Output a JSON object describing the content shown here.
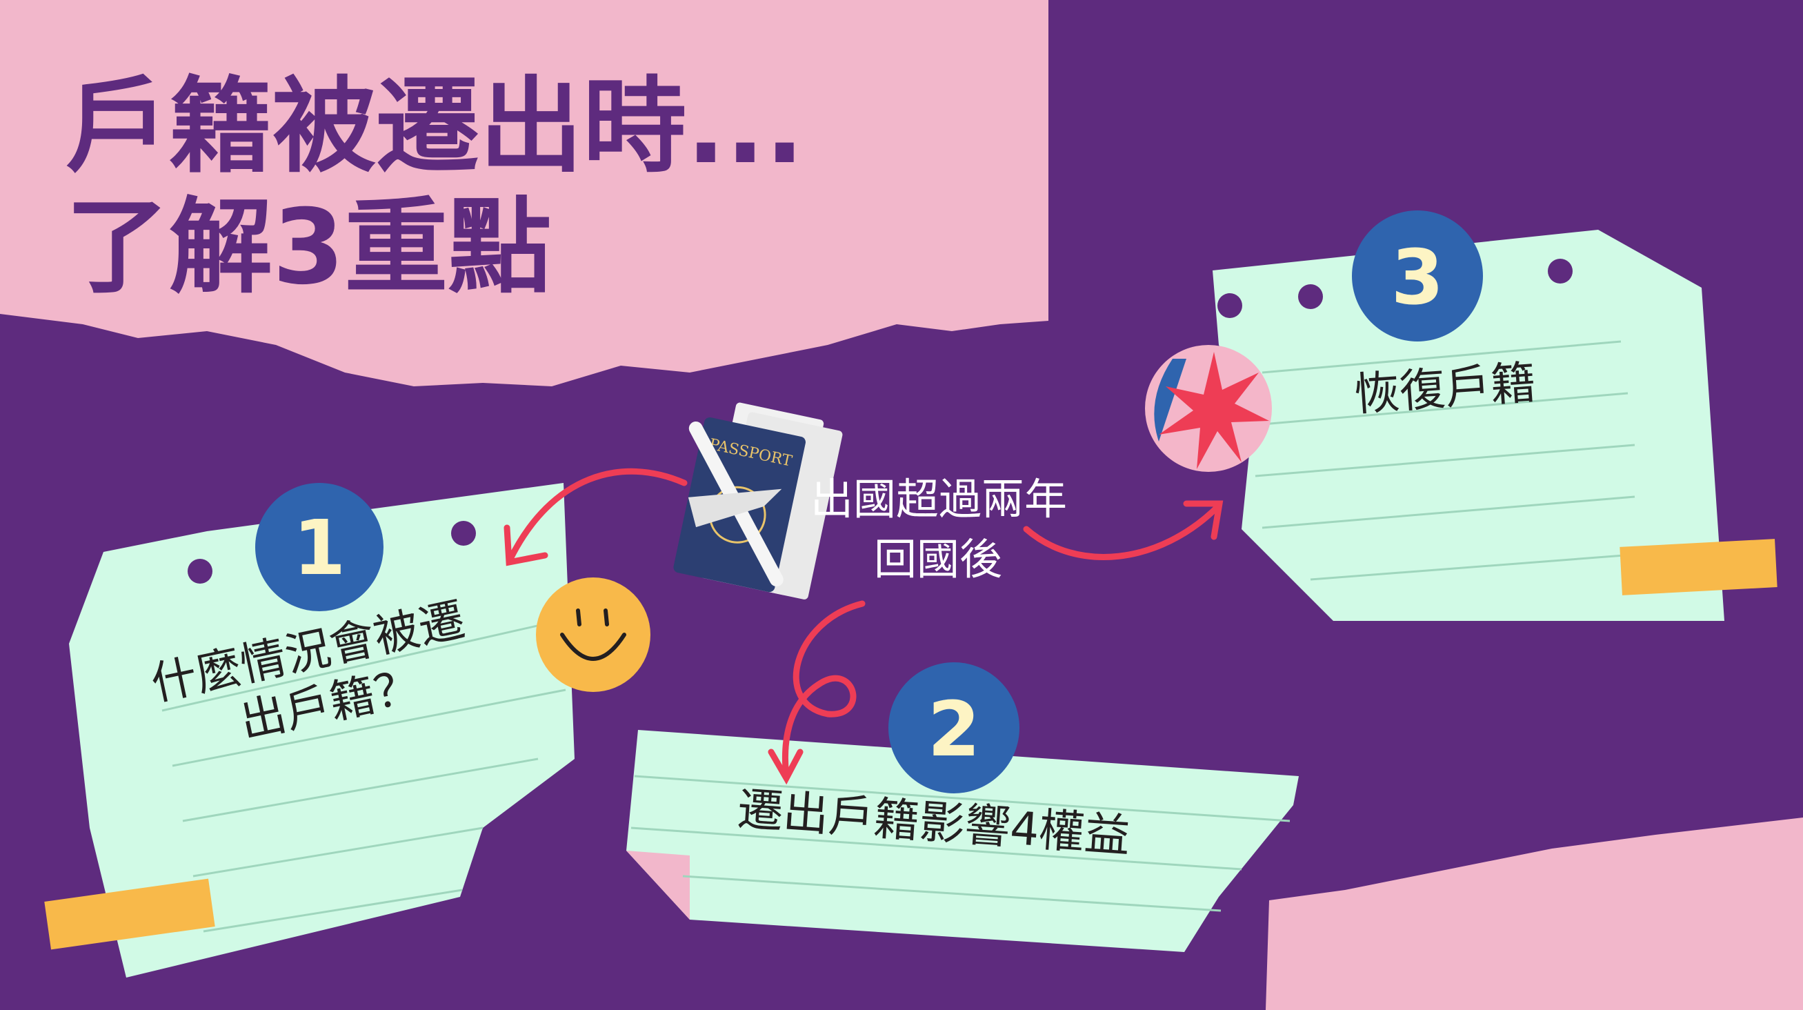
{
  "title": {
    "line1": "戶籍被遷出時...",
    "line2": "了解3重點"
  },
  "center": {
    "line1": "出國超過兩年",
    "line2": "回國後",
    "image_label": "PASSPORT"
  },
  "points": [
    {
      "number": "1",
      "line1": "什麼情況會被遷",
      "line2": "出戶籍？"
    },
    {
      "number": "2",
      "line1": "遷出戶籍影響4權益"
    },
    {
      "number": "3",
      "line1": "恢復戶籍"
    }
  ],
  "colors": {
    "background": "#5e2b7e",
    "pink": "#f2b7cb",
    "note": "#d1fae6",
    "badge": "#2f64ae",
    "accent": "#ee3d55",
    "tape": "#f8b94a"
  }
}
